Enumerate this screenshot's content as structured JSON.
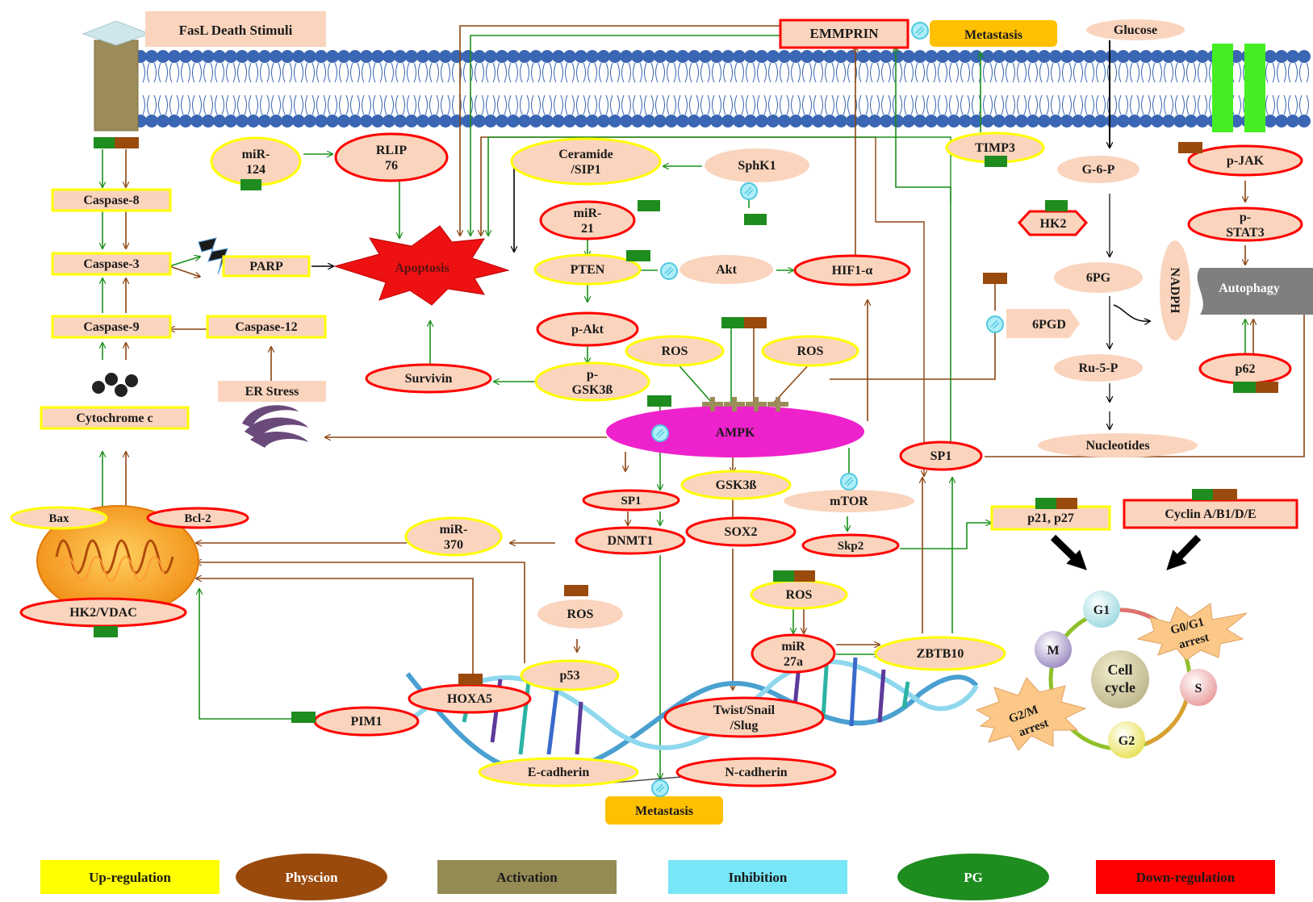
{
  "nodes": {
    "fasl": "FasL Death Stimuli",
    "emmprin": "EMMPRIN",
    "metastasis_top": "Metastasis",
    "glucose": "Glucose",
    "g6p": "G-6-P",
    "hk2": "HK2",
    "pg6": "6PG",
    "pgd6": "6PGD",
    "ru5p": "Ru-5-P",
    "nucleotides": "Nucleotides",
    "nadph": "NADPH",
    "pjak": "p-JAK",
    "pstat3": [
      "p-",
      "STAT3"
    ],
    "autophagy": "Autophagy",
    "p62": "p62",
    "timp3": "TIMP3",
    "mir124": [
      "miR-",
      "124"
    ],
    "rlip76": [
      "RLIP",
      "76"
    ],
    "ceramide": [
      "Ceramide",
      "/SIP1"
    ],
    "sphk1": "SphK1",
    "mir21": [
      "miR-",
      "21"
    ],
    "pten": "PTEN",
    "akt": "Akt",
    "hif1a": "HIF1-α",
    "pakt": "p-Akt",
    "pgsk3b": [
      "p-",
      "GSK3ß"
    ],
    "ros_left": "ROS",
    "ros_right": "ROS",
    "survivin": "Survivin",
    "ampk": "AMPK",
    "apoptosis": "Apoptosis",
    "parp": "PARP",
    "caspase8": "Caspase-8",
    "caspase3": "Caspase-3",
    "caspase9": "Caspase-9",
    "caspase12": "Caspase-12",
    "er_stress": "ER Stress",
    "cytochrome": "Cytochrome c",
    "bax": "Bax",
    "bcl2": "Bcl-2",
    "hk2vdac": "HK2/VDAC",
    "mir370": [
      "miR-",
      "370"
    ],
    "sp1_mid": "SP1",
    "dnmt1": "DNMT1",
    "gsk3b": "GSK3ß",
    "sox2": "SOX2",
    "mtor": "mTOR",
    "skp2": "Skp2",
    "sp1_right": "SP1",
    "p21p27": "p21, p27",
    "cyclin": "Cyclin A/B1/D/E",
    "ros_low": "ROS",
    "mir27a": [
      "miR",
      "27a"
    ],
    "zbtb10": "ZBTB10",
    "ros_p53": "ROS",
    "p53": "p53",
    "hoxa5": "HOXA5",
    "pim1": "PIM1",
    "twist": [
      "Twist/Snail",
      "/Slug"
    ],
    "ecadherin": "E-cadherin",
    "ncadherin": "N-cadherin",
    "metastasis_bottom": "Metastasis"
  },
  "cell_cycle": {
    "center": [
      "Cell",
      "cycle"
    ],
    "g1": "G1",
    "s": "S",
    "g2": "G2",
    "m": "M",
    "g0g1_arrest": [
      "G0/G1",
      "arrest"
    ],
    "g2m_arrest": [
      "G2/M",
      "arrest"
    ]
  },
  "legend": [
    {
      "label": "Up-regulation",
      "color": "#ffff00",
      "shape": "rect"
    },
    {
      "label": "Physcion",
      "color": "#9a4a0c",
      "shape": "ellipse",
      "text_color": "#ffffff"
    },
    {
      "label": "Activation",
      "color": "#948a54",
      "shape": "rect"
    },
    {
      "label": "Inhibition",
      "color": "#77e6f7",
      "shape": "rect"
    },
    {
      "label": "PG",
      "color": "#1e8c1e",
      "shape": "ellipse",
      "text_color": "#ffffff"
    },
    {
      "label": "Down-regulation",
      "color": "#ff0000",
      "shape": "rect"
    }
  ],
  "colors": {
    "node_fill": "#fad4bd",
    "up": "#ffff00",
    "down": "#ff0000",
    "physcion": "#9a4a0c",
    "pg": "#1e8c1e",
    "inhibition": "#77e6f7",
    "ampk": "#ee22cc",
    "membrane": "#3a66b3",
    "metastasis": "#ffc000"
  }
}
